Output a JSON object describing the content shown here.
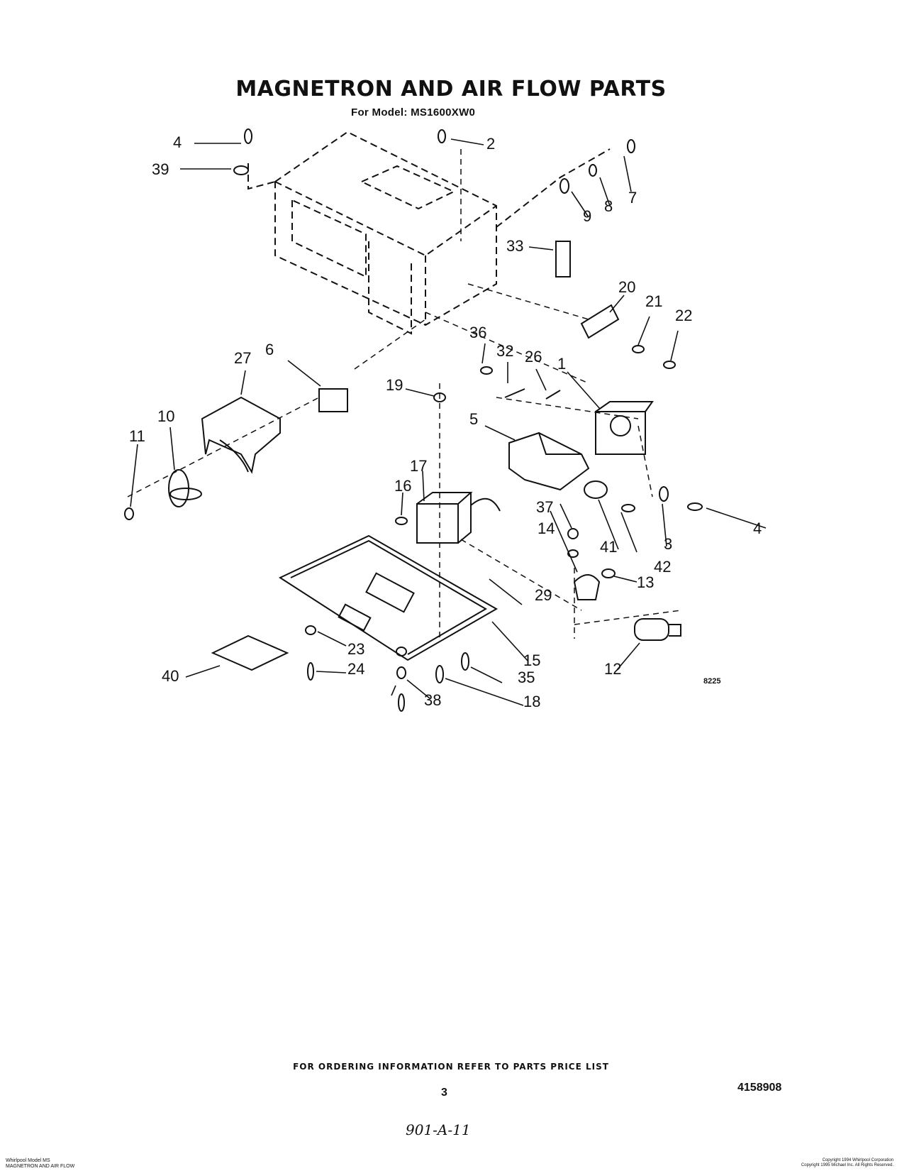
{
  "header": {
    "title": "MAGNETRON AND AIR FLOW PARTS",
    "model": "For Model: MS1600XW0"
  },
  "callouts": [
    "1",
    "2",
    "3",
    "4",
    "5",
    "6",
    "7",
    "8",
    "9",
    "10",
    "11",
    "12",
    "13",
    "14",
    "15",
    "16",
    "17",
    "18",
    "19",
    "20",
    "21",
    "22",
    "23",
    "24",
    "26",
    "27",
    "29",
    "32",
    "33",
    "35",
    "36",
    "37",
    "38",
    "39",
    "40",
    "41",
    "42"
  ],
  "diagram_code": "8225",
  "footer": {
    "ordering_note": "FOR ORDERING INFORMATION REFER TO PARTS PRICE LIST",
    "page_number": "3",
    "document_number": "4158908",
    "handwritten_note": "901-A-11",
    "left_note_line1": "Whirlpool Model MS",
    "left_note_line2": "MAGNETRON AND AIR FLOW",
    "right_note_line1": "Copyright 1994 Whirlpool Corporation",
    "right_note_line2": "Copyright 1995 Michael Inc. All Rights Reserved."
  }
}
